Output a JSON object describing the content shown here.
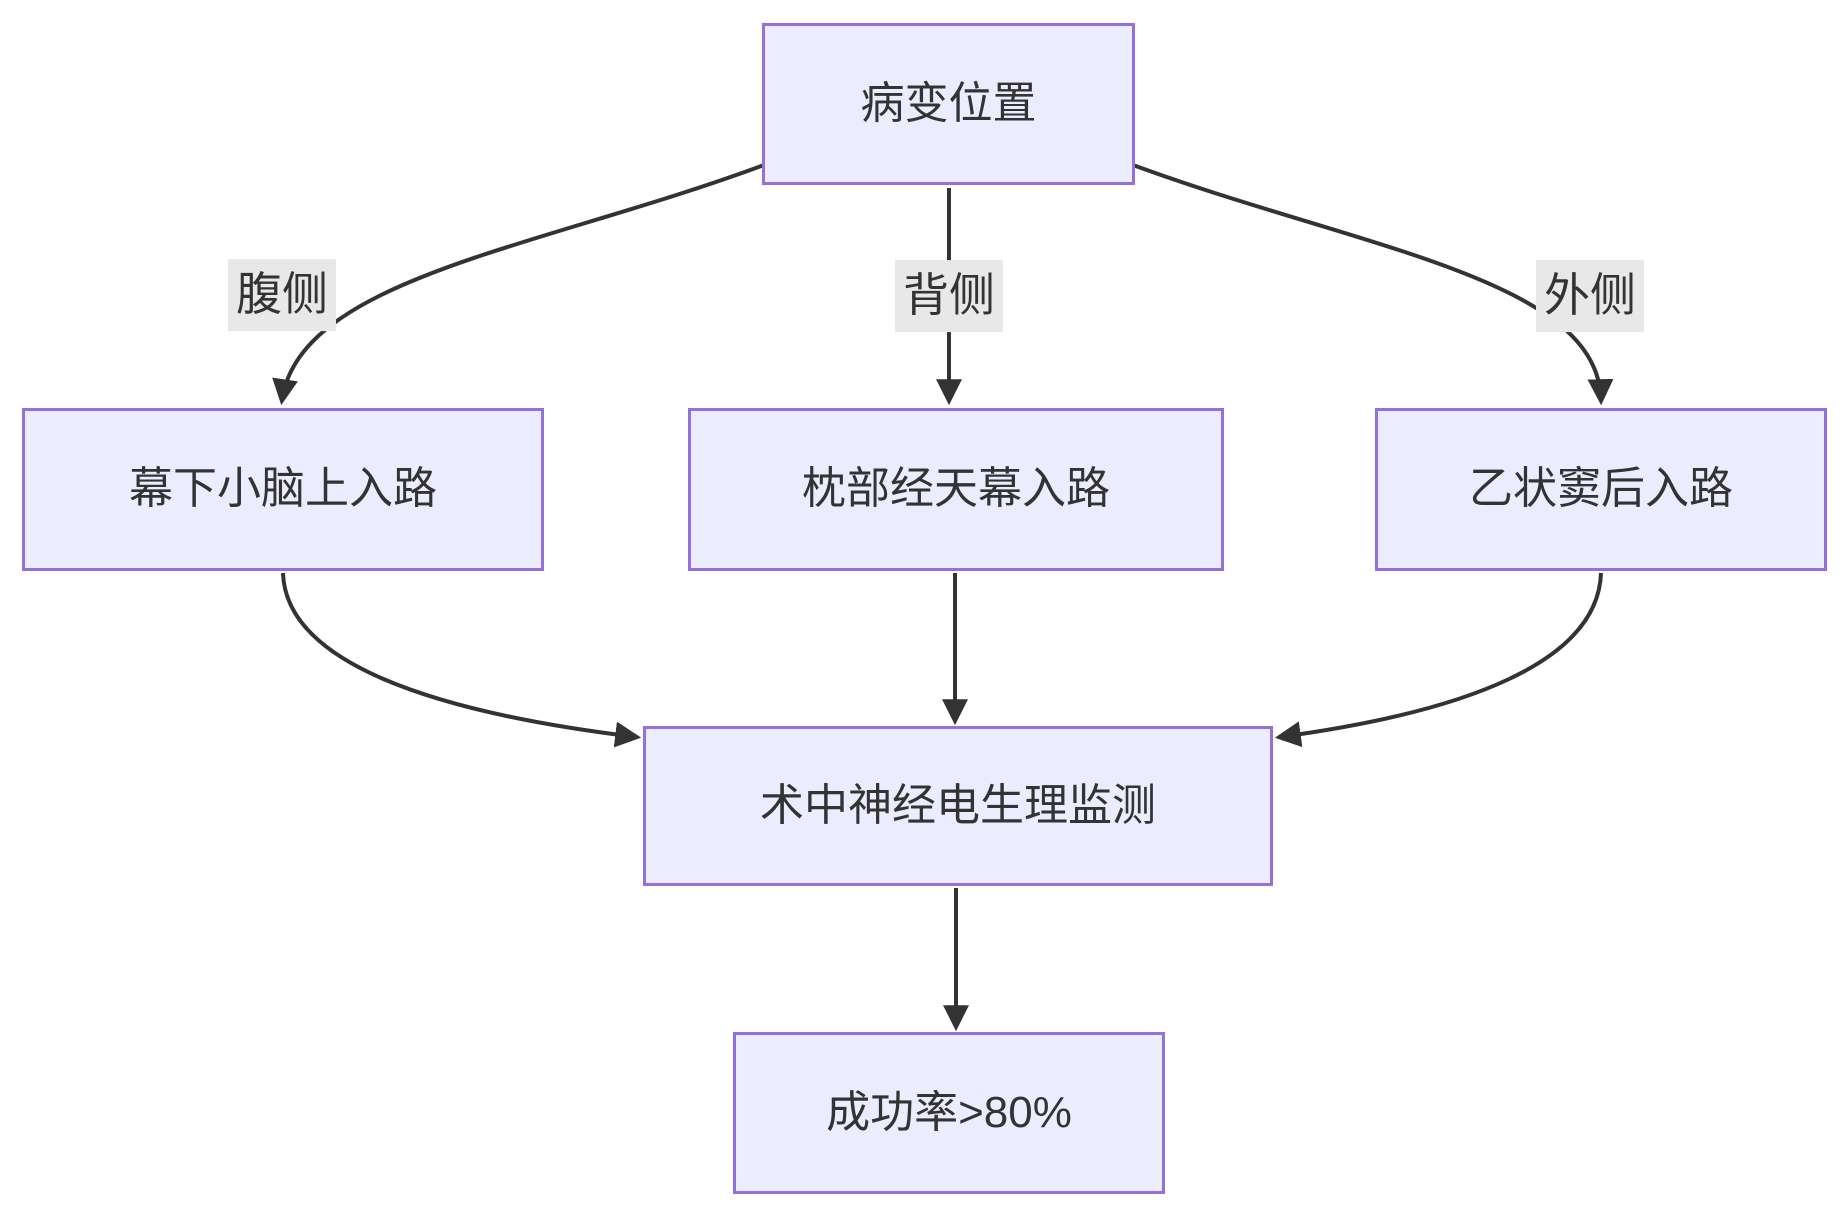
{
  "diagram": {
    "type": "flowchart",
    "background": "#ffffff",
    "node_fill": "#ECECFF",
    "node_border": "#9370DB",
    "text_color": "#333333",
    "edge_color": "#333333",
    "edge_label_bg": "#e8e8e8",
    "nodes": {
      "lesion": {
        "label": "病变位置"
      },
      "approach_ventral": {
        "label": "幕下小脑上入路"
      },
      "approach_dorsal": {
        "label": "枕部经天幕入路"
      },
      "approach_lateral": {
        "label": "乙状窦后入路"
      },
      "monitoring": {
        "label": "术中神经电生理监测"
      },
      "outcome": {
        "label": "成功率>80%"
      }
    },
    "edge_labels": {
      "ventral": "腹侧",
      "dorsal": "背侧",
      "lateral": "外侧"
    },
    "edges": [
      {
        "from": "lesion",
        "to": "approach_ventral",
        "label": "腹侧"
      },
      {
        "from": "lesion",
        "to": "approach_dorsal",
        "label": "背侧"
      },
      {
        "from": "lesion",
        "to": "approach_lateral",
        "label": "外侧"
      },
      {
        "from": "approach_ventral",
        "to": "monitoring",
        "label": ""
      },
      {
        "from": "approach_dorsal",
        "to": "monitoring",
        "label": ""
      },
      {
        "from": "approach_lateral",
        "to": "monitoring",
        "label": ""
      },
      {
        "from": "monitoring",
        "to": "outcome",
        "label": ""
      }
    ]
  }
}
